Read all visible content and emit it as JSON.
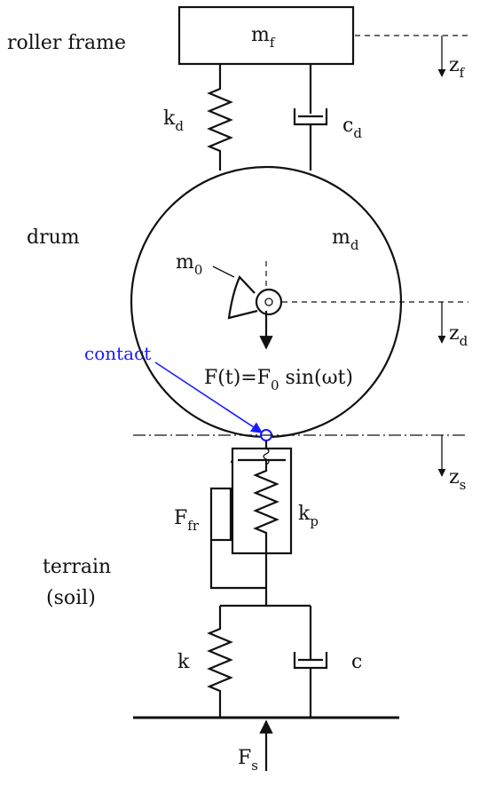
{
  "labels": {
    "roller_frame": "roller frame",
    "m_f": "m",
    "m_f_sub": "f",
    "z_f": "z",
    "z_f_sub": "f",
    "k_d": "k",
    "k_d_sub": "d",
    "c_d": "c",
    "c_d_sub": "d",
    "drum": "drum",
    "m_d": "m",
    "m_d_sub": "d",
    "m_0": "m",
    "m_0_sub": "0",
    "z_d": "z",
    "z_d_sub": "d",
    "contact": "contact",
    "force_a": "F(t)=F",
    "force_sub": "0",
    "force_b": " sin(ωt)",
    "z_s": "z",
    "z_s_sub": "s",
    "F_fr": "F",
    "F_fr_sub": "fr",
    "k_p": "k",
    "k_p_sub": "p",
    "terrain": "terrain",
    "soil": "(soil)",
    "k": "k",
    "c": "c",
    "F_s": "F",
    "F_s_sub": "s"
  },
  "colors": {
    "ink": "#111111",
    "contact": "#1a1aff"
  }
}
